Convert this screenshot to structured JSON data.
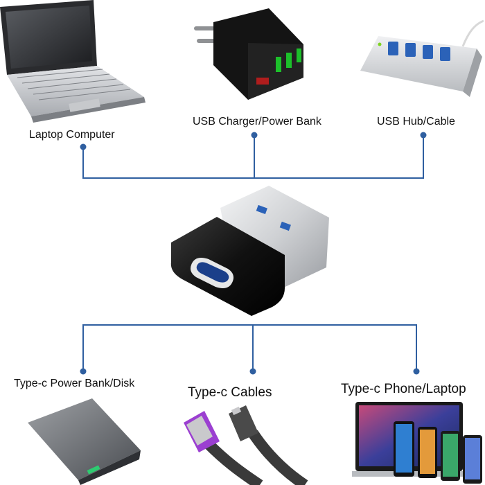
{
  "sources": [
    {
      "label": "Laptop Computer",
      "icon": "laptop-icon"
    },
    {
      "label": "USB Charger/Power Bank",
      "icon": "usb-charger-icon"
    },
    {
      "label": "USB Hub/Cable",
      "icon": "usb-hub-icon"
    }
  ],
  "targets": [
    {
      "label": "Type-c Power Bank/Disk",
      "icon": "power-bank-icon"
    },
    {
      "label": "Type-c Cables",
      "icon": "type-c-cable-icon"
    },
    {
      "label": "Type-c Phone/Laptop",
      "icon": "phone-laptop-icon"
    }
  ],
  "center": {
    "icon": "usb-to-type-c-adapter-icon"
  },
  "colors": {
    "connector": "#2f5fa0",
    "adapter_body": "#121212",
    "metal": "#d9dbde",
    "usb_tab": "#2b62b8"
  }
}
